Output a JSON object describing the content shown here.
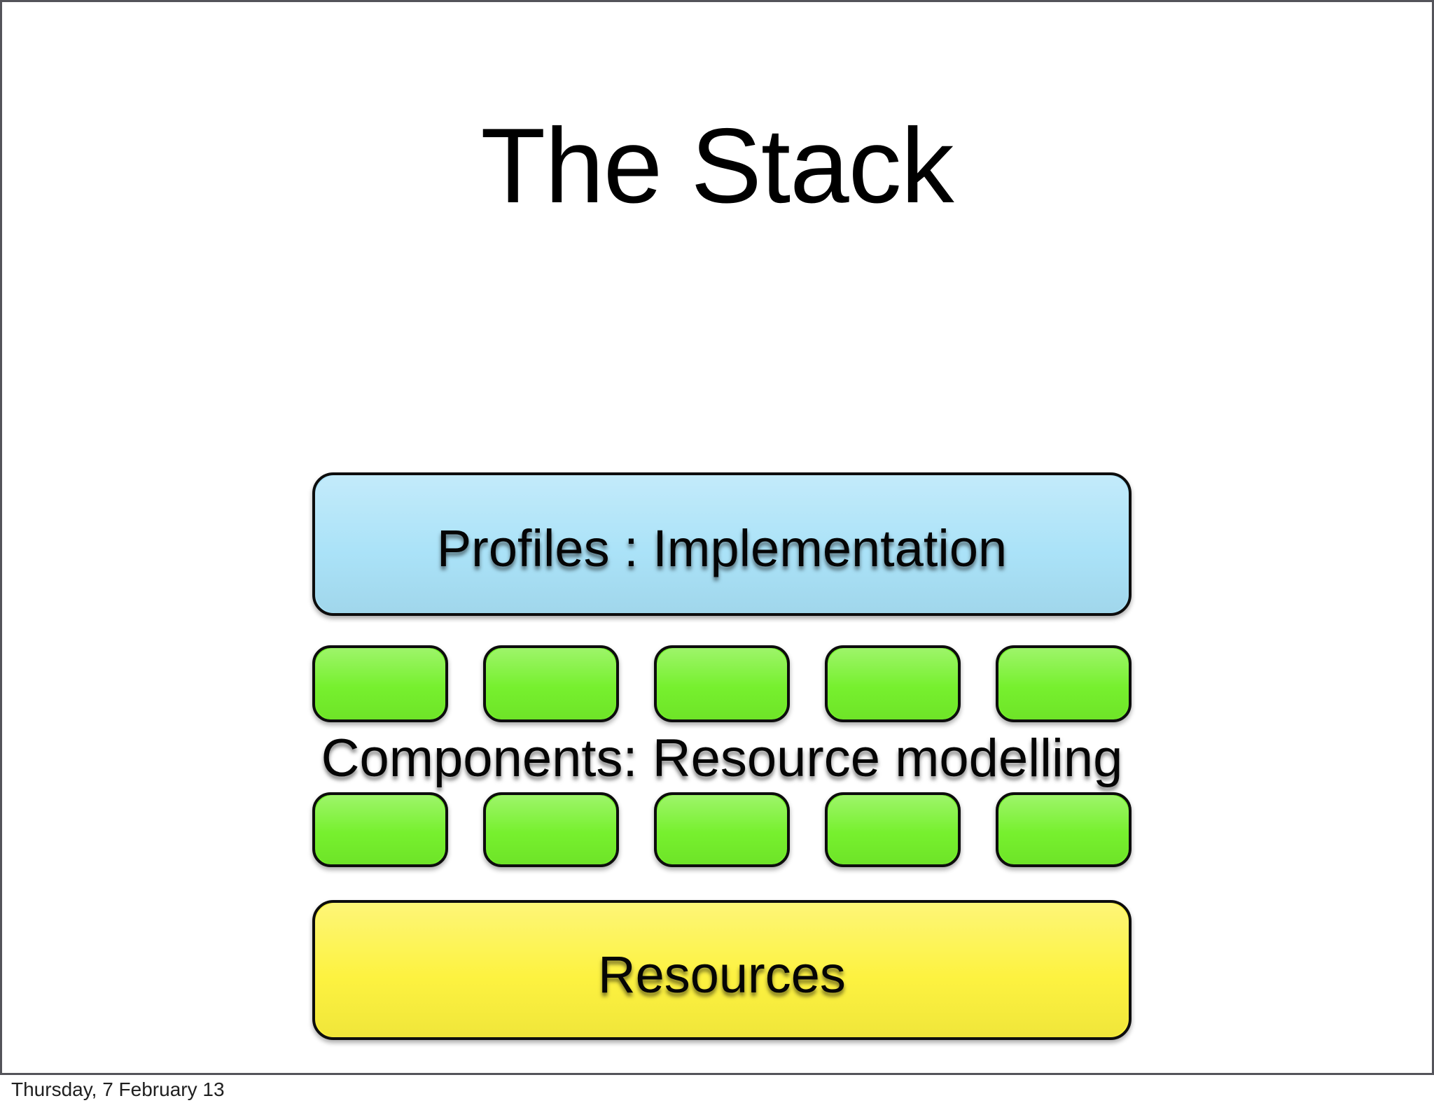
{
  "slide": {
    "title": "The Stack",
    "stack": {
      "profiles": {
        "label": "Profiles : Implementation",
        "color": "#a9e2f8"
      },
      "components": {
        "label": "Components: Resource modelling",
        "color": "#74f02a",
        "rows": 2,
        "boxes_per_row": 5
      },
      "resources": {
        "label": "Resources",
        "color": "#fdf23d"
      }
    },
    "footer": "Thursday, 7 February 13"
  },
  "colors": {
    "slide_frame": "#54545a",
    "box_border": "#0d0d0d",
    "background": "#ffffff",
    "title_text": "#000000"
  }
}
